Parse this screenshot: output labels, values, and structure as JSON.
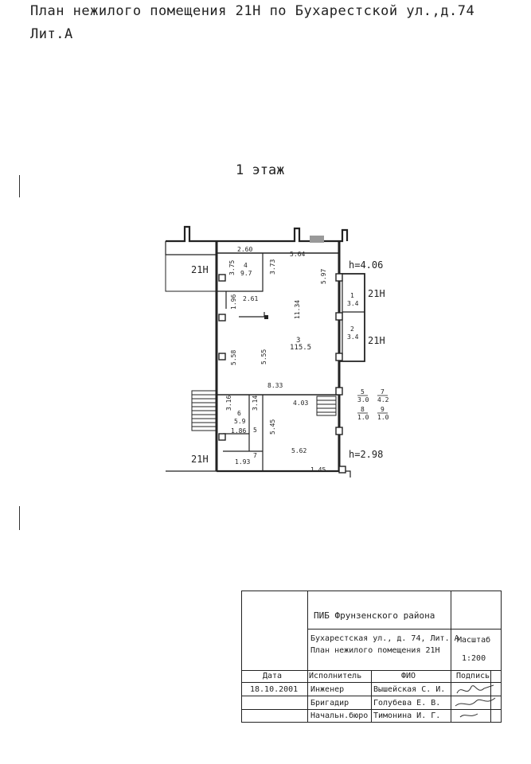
{
  "header": {
    "title": "План нежилого помещения 21Н по Бухарестской ул.,д.74",
    "subtitle": "Лит.А",
    "floor": "1 этаж"
  },
  "plan": {
    "unit_labels": [
      "21Н",
      "21Н",
      "21Н",
      "21Н"
    ],
    "heights": [
      "h=4.06",
      "h=2.98"
    ],
    "rooms": [
      {
        "num": "1",
        "area": "3.4"
      },
      {
        "num": "2",
        "area": "3.4"
      },
      {
        "num": "3",
        "area": "115.5"
      },
      {
        "num": "4",
        "area": "9.7"
      },
      {
        "num": "6",
        "area": "5.9"
      },
      {
        "num": "5",
        "area": ""
      },
      {
        "num": "7",
        "area": ""
      }
    ],
    "dimensions": [
      "2.60",
      "5.64",
      "3.75",
      "3.73",
      "5.97",
      "1.96",
      "2.61",
      "11.34",
      "5.58",
      "5.55",
      "8.33",
      "3.16",
      "3.14",
      "4.03",
      "5.45",
      "1.86",
      "5.62",
      "1.93",
      "1.45"
    ],
    "legend": {
      "r5": "5",
      "r7": "7",
      "a5": "3.0",
      "a7": "4.2",
      "r8": "8",
      "r9": "9",
      "a8": "1.0",
      "a9": "1.0"
    }
  },
  "stamp": {
    "org": "ПИБ Фрунзенского района",
    "address": "Бухарестская ул., д. 74, Лит. А",
    "plan_name": "План нежилого помещения 21Н",
    "scale_label": "Масштаб",
    "scale_value": "1:200",
    "col_date": "Дата",
    "col_role": "Исполнитель",
    "col_name": "ФИО",
    "col_sign": "Подпись",
    "date": "18.10.2001",
    "rows": [
      {
        "role": "Инженер",
        "name": "Вышейская С. И."
      },
      {
        "role": "Бригадир",
        "name": "Голубева Е. В."
      },
      {
        "role": "Начальн.бюро",
        "name": "Тимонина И. Г."
      }
    ]
  }
}
